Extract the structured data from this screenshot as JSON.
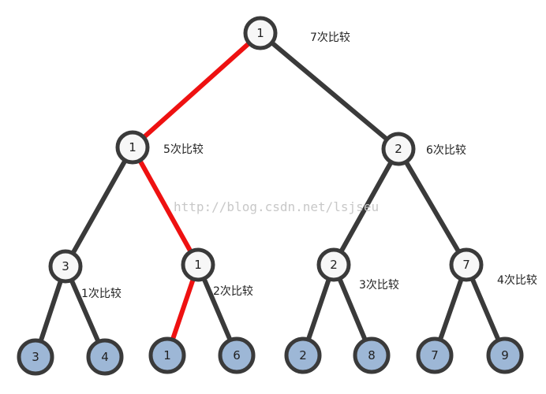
{
  "diagram": {
    "colors": {
      "edge": "#3a3a3a",
      "highlight": "#ee1111",
      "node_stroke": "#3a3a3a",
      "internal_fill": "#f7f7f7",
      "leaf_fill": "#9db7d6"
    },
    "nodes": [
      {
        "id": "root",
        "value": "1",
        "kind": "internal"
      },
      {
        "id": "l1a",
        "value": "1",
        "kind": "internal"
      },
      {
        "id": "l1b",
        "value": "2",
        "kind": "internal"
      },
      {
        "id": "l2a",
        "value": "3",
        "kind": "internal"
      },
      {
        "id": "l2b",
        "value": "1",
        "kind": "internal"
      },
      {
        "id": "l2c",
        "value": "2",
        "kind": "internal"
      },
      {
        "id": "l2d",
        "value": "7",
        "kind": "internal"
      },
      {
        "id": "leaf1",
        "value": "3",
        "kind": "leaf"
      },
      {
        "id": "leaf2",
        "value": "4",
        "kind": "leaf"
      },
      {
        "id": "leaf3",
        "value": "1",
        "kind": "leaf"
      },
      {
        "id": "leaf4",
        "value": "6",
        "kind": "leaf"
      },
      {
        "id": "leaf5",
        "value": "2",
        "kind": "leaf"
      },
      {
        "id": "leaf6",
        "value": "8",
        "kind": "leaf"
      },
      {
        "id": "leaf7",
        "value": "7",
        "kind": "leaf"
      },
      {
        "id": "leaf8",
        "value": "9",
        "kind": "leaf"
      }
    ],
    "edges": [
      {
        "from": "root",
        "to": "l1a",
        "highlight": true
      },
      {
        "from": "root",
        "to": "l1b",
        "highlight": false
      },
      {
        "from": "l1a",
        "to": "l2a",
        "highlight": false
      },
      {
        "from": "l1a",
        "to": "l2b",
        "highlight": true
      },
      {
        "from": "l1b",
        "to": "l2c",
        "highlight": false
      },
      {
        "from": "l1b",
        "to": "l2d",
        "highlight": false
      },
      {
        "from": "l2a",
        "to": "leaf1",
        "highlight": false
      },
      {
        "from": "l2a",
        "to": "leaf2",
        "highlight": false
      },
      {
        "from": "l2b",
        "to": "leaf3",
        "highlight": true
      },
      {
        "from": "l2b",
        "to": "leaf4",
        "highlight": false
      },
      {
        "from": "l2c",
        "to": "leaf5",
        "highlight": false
      },
      {
        "from": "l2c",
        "to": "leaf6",
        "highlight": false
      },
      {
        "from": "l2d",
        "to": "leaf7",
        "highlight": false
      },
      {
        "from": "l2d",
        "to": "leaf8",
        "highlight": false
      }
    ],
    "comparisons": [
      {
        "id": "c7",
        "text": "7次比较"
      },
      {
        "id": "c5",
        "text": "5次比较"
      },
      {
        "id": "c6",
        "text": "6次比较"
      },
      {
        "id": "c1",
        "text": "1次比较"
      },
      {
        "id": "c2",
        "text": "2次比较"
      },
      {
        "id": "c3",
        "text": "3次比较"
      },
      {
        "id": "c4",
        "text": "4次比较"
      }
    ],
    "watermark": "http://blog.csdn.net/lsjseu"
  }
}
